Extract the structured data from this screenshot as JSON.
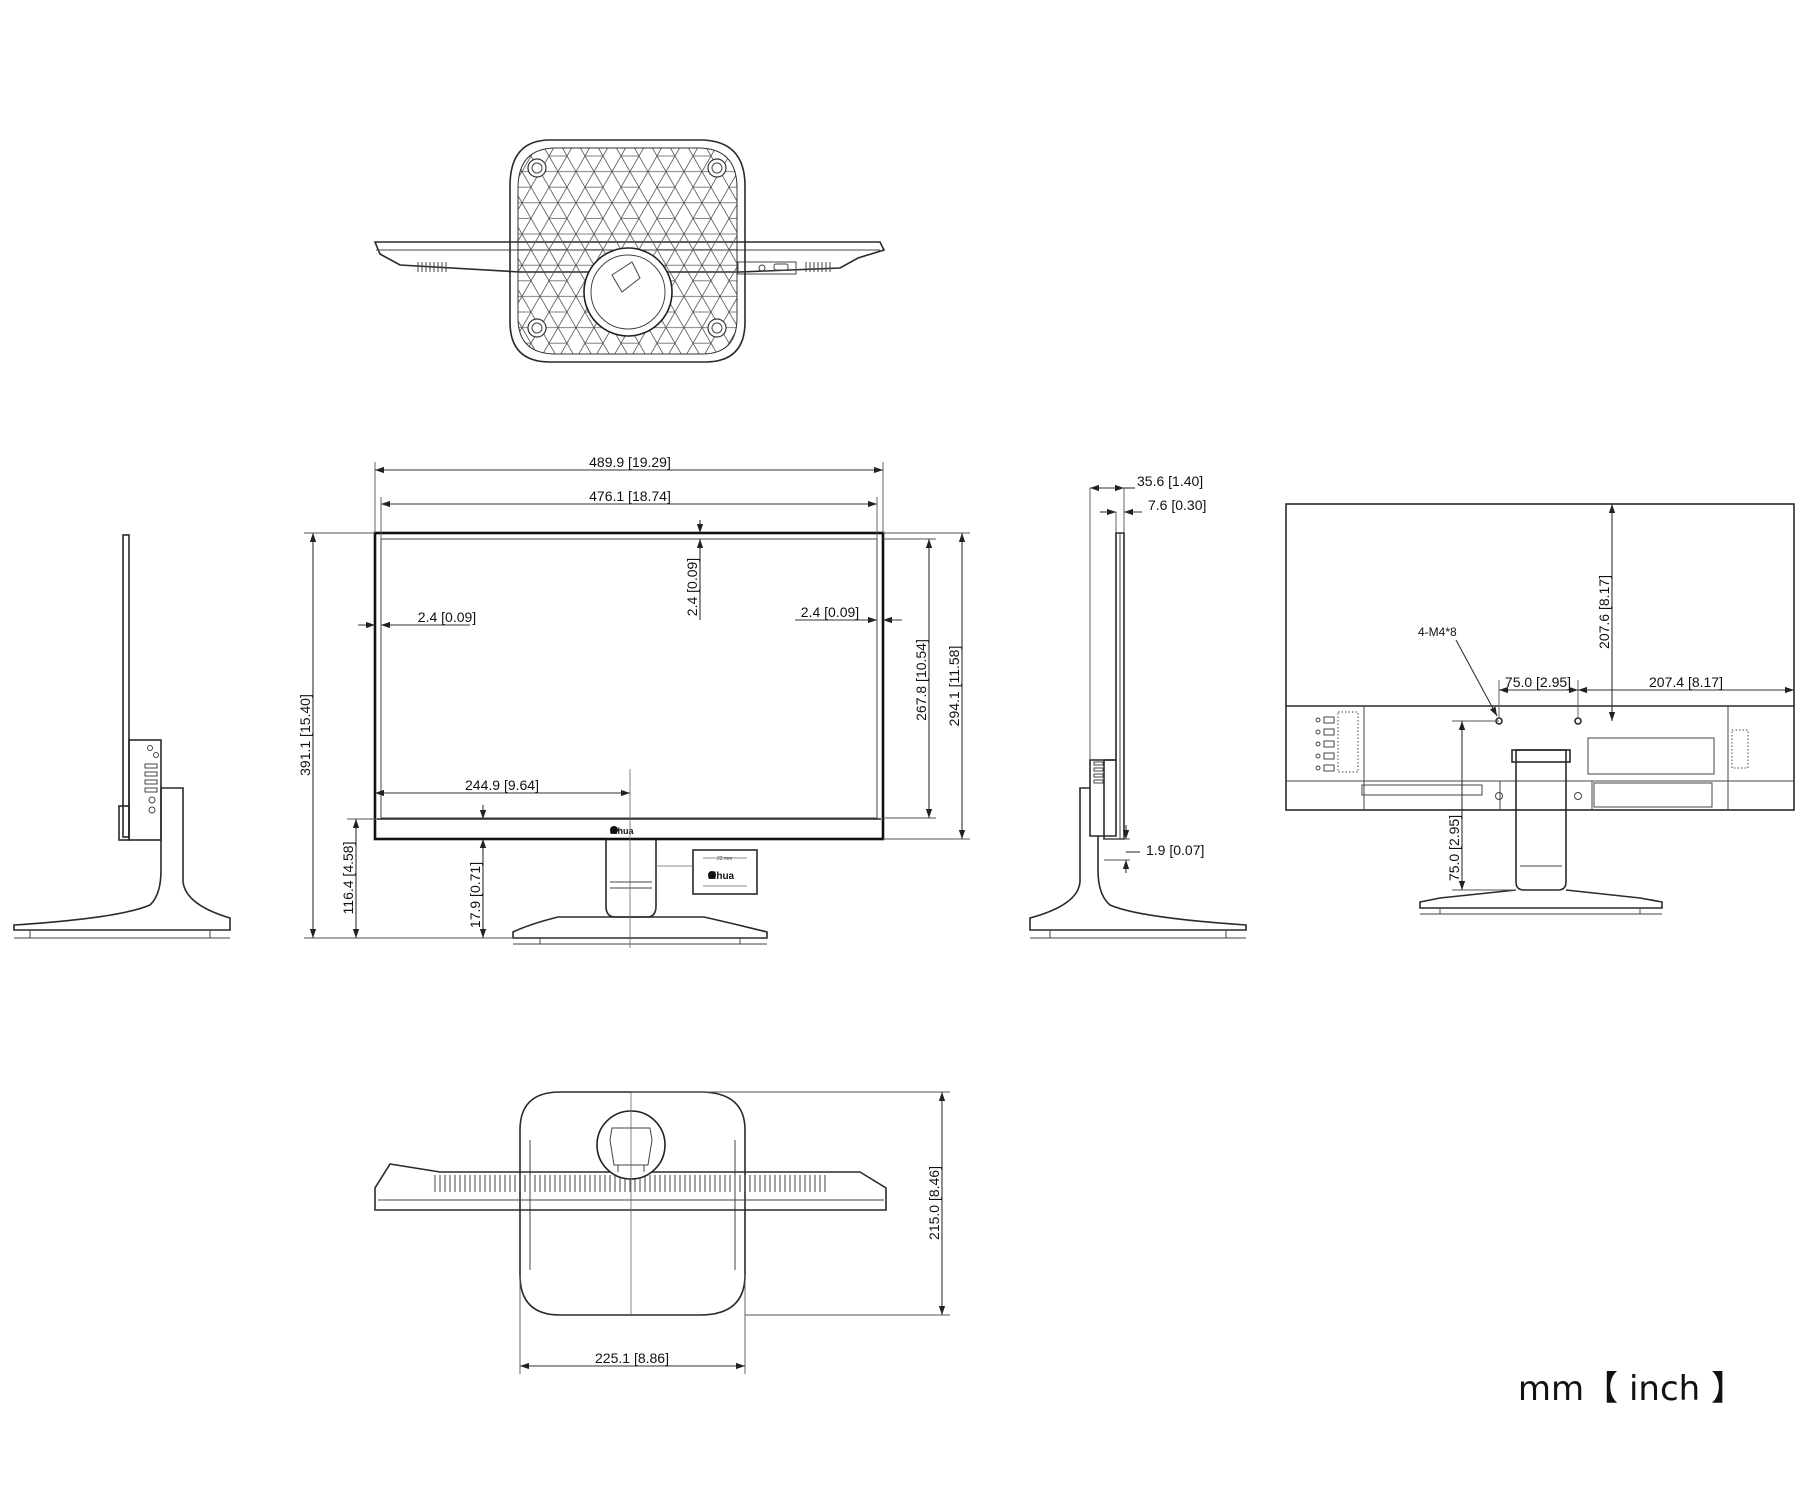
{
  "dimensions": {
    "overall_width": "489.9 [19.29]",
    "screen_width": "476.1 [18.74]",
    "bezel_top": "2.4 [0.09]",
    "bezel_left": "2.4 [0.09]",
    "bezel_right": "2.4 [0.09]",
    "center_offset": "244.9 [9.64]",
    "screen_height": "267.8 [10.54]",
    "panel_height": "294.1 [11.58]",
    "overall_height": "391.1 [15.40]",
    "stand_height": "116.4 [4.58]",
    "base_to_panel": "17.9 [0.71]",
    "total_depth": "35.6 [1.40]",
    "panel_depth": "7.6 [0.30]",
    "bottom_gap": "1.9 [0.07]",
    "vesa_top": "207.6 [8.17]",
    "vesa_spacing_h": "75.0 [2.95]",
    "vesa_right": "207.4 [8.17]",
    "vesa_spacing_v": "75.0 [2.95]",
    "screw_spec": "4-M4*8",
    "base_depth": "215.0 [8.46]",
    "base_width": "225.1 [8.86]"
  },
  "units_label": "mm【 inch 】"
}
